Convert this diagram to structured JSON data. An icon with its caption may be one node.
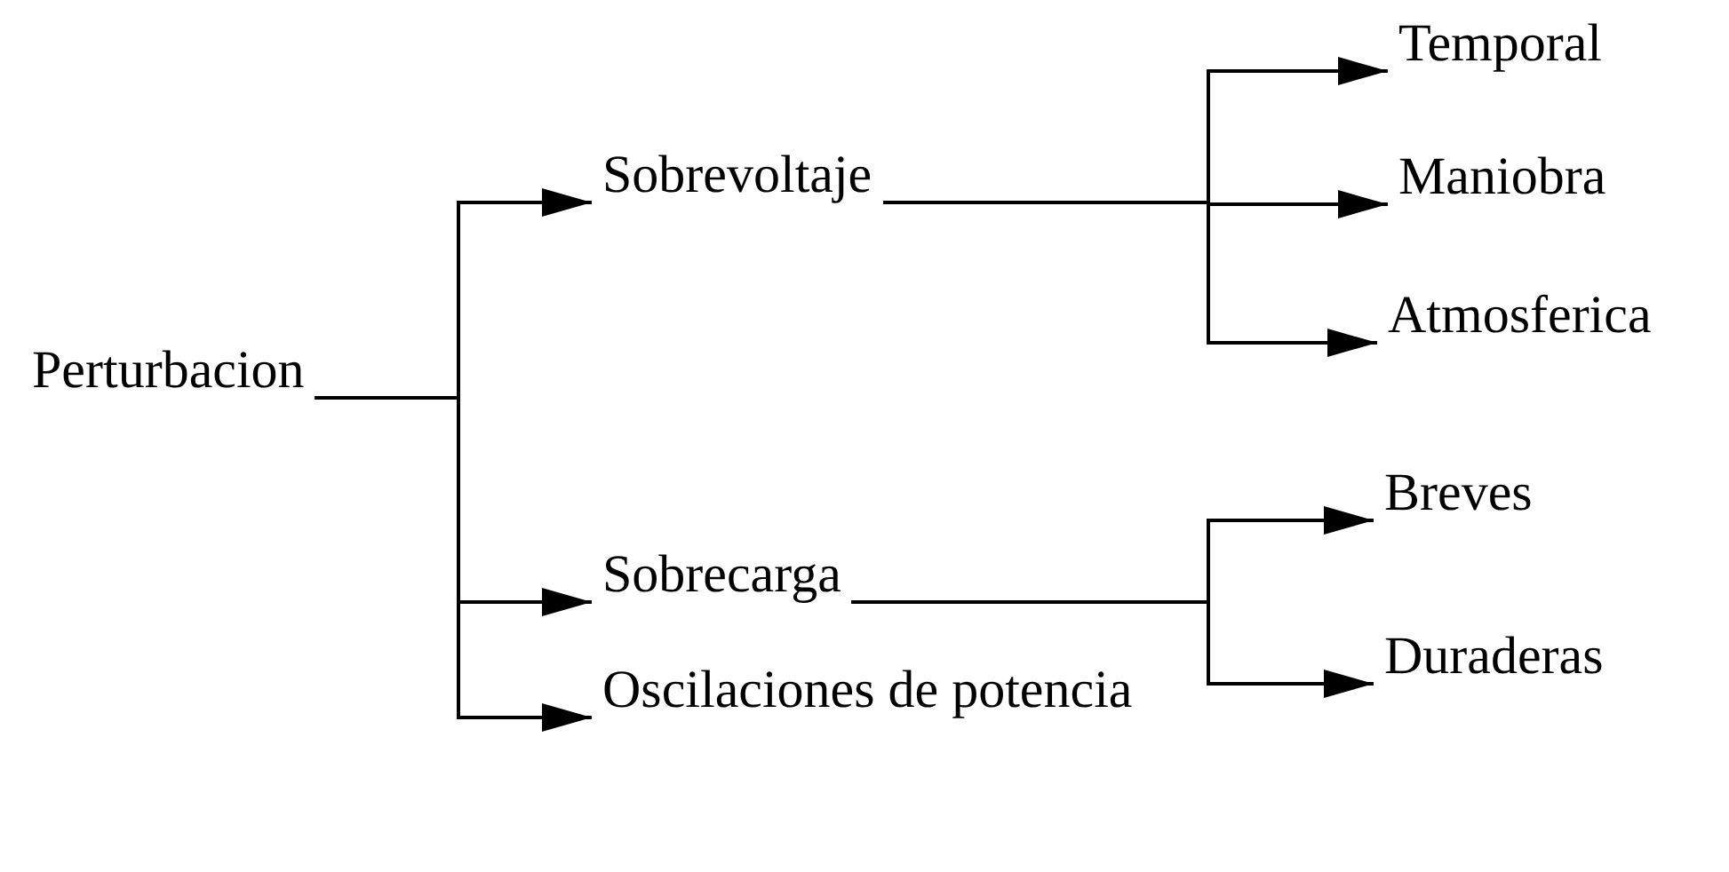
{
  "diagram": {
    "nodes": [
      {
        "text": [
          "Perturbacion"
        ]
      },
      {
        "text": [
          "Sobrevoltaje"
        ]
      },
      {
        "text": [
          "Sobrecarga"
        ]
      },
      {
        "text": [
          "Oscilaciones de potencia"
        ]
      },
      {
        "text": [
          "Temporal"
        ]
      },
      {
        "text": [
          "Maniobra"
        ]
      },
      {
        "text": [
          "Atmosferica"
        ]
      },
      {
        "text": [
          "Breves"
        ]
      },
      {
        "text": [
          "Duraderas"
        ]
      }
    ],
    "edges": [
      {
        "from": 0,
        "to": 1,
        "arrow": "to"
      },
      {
        "from": 0,
        "to": 2,
        "arrow": "to"
      },
      {
        "from": 0,
        "to": 3,
        "arrow": "to"
      },
      {
        "from": 1,
        "to": 4,
        "arrow": "to"
      },
      {
        "from": 1,
        "to": 5,
        "arrow": "to"
      },
      {
        "from": 1,
        "to": 6,
        "arrow": "to"
      },
      {
        "from": 2,
        "to": 7,
        "arrow": "to"
      },
      {
        "from": 2,
        "to": 8,
        "arrow": "to"
      }
    ]
  }
}
